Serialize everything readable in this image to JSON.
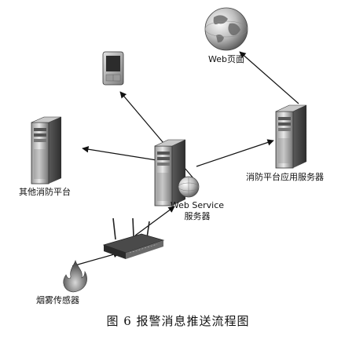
{
  "nodes": {
    "web_page": {
      "label": "Web页面"
    },
    "mobile": {
      "label": ""
    },
    "other_platform": {
      "label": "其他消防平台"
    },
    "web_service": {
      "label_line1": "Web Service",
      "label_line2": "服务器"
    },
    "app_server": {
      "label": "消防平台应用服务器"
    },
    "router": {
      "label": ""
    },
    "smoke_sensor": {
      "label": "烟雾传感器"
    }
  },
  "edges": [
    {
      "from": "smoke_sensor",
      "to": "router"
    },
    {
      "from": "router",
      "to": "web_service"
    },
    {
      "from": "web_service",
      "to": "mobile"
    },
    {
      "from": "web_service",
      "to": "other_platform"
    },
    {
      "from": "web_service",
      "to": "app_server"
    },
    {
      "from": "app_server",
      "to": "web_page"
    }
  ],
  "caption": "图 6  报警消息推送流程图"
}
